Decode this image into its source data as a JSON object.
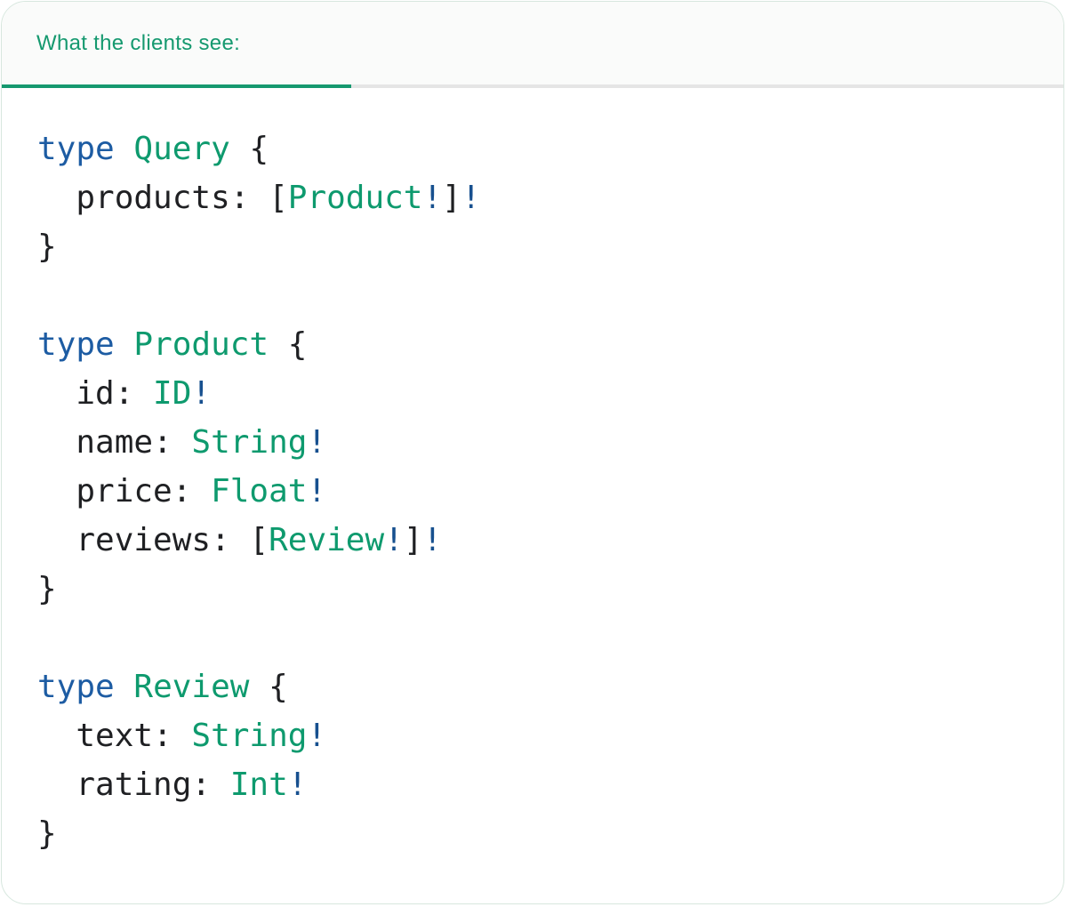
{
  "tab": {
    "label": "What the clients see:"
  },
  "colors": {
    "accent_green": "#15996f",
    "tab_track": "#e5e5e5",
    "header_bg": "#fafbfa",
    "card_bg": "#ffffff",
    "card_border": "#d7e7de",
    "keyword_blue": "#1d5ca3",
    "type_green": "#0e9a6e",
    "bang_blue": "#17508f",
    "code_plain": "#1f2023"
  },
  "code": {
    "language": "graphql",
    "lines": [
      [
        {
          "t": "kw",
          "s": "type"
        },
        {
          "t": "plain",
          "s": " "
        },
        {
          "t": "type",
          "s": "Query"
        },
        {
          "t": "plain",
          "s": " {"
        }
      ],
      [
        {
          "t": "plain",
          "s": "  products: ["
        },
        {
          "t": "type",
          "s": "Product"
        },
        {
          "t": "bang",
          "s": "!"
        },
        {
          "t": "plain",
          "s": "]"
        },
        {
          "t": "bang",
          "s": "!"
        }
      ],
      [
        {
          "t": "plain",
          "s": "}"
        }
      ],
      [],
      [
        {
          "t": "kw",
          "s": "type"
        },
        {
          "t": "plain",
          "s": " "
        },
        {
          "t": "type",
          "s": "Product"
        },
        {
          "t": "plain",
          "s": " {"
        }
      ],
      [
        {
          "t": "plain",
          "s": "  id: "
        },
        {
          "t": "type",
          "s": "ID"
        },
        {
          "t": "bang",
          "s": "!"
        }
      ],
      [
        {
          "t": "plain",
          "s": "  name: "
        },
        {
          "t": "type",
          "s": "String"
        },
        {
          "t": "bang",
          "s": "!"
        }
      ],
      [
        {
          "t": "plain",
          "s": "  price: "
        },
        {
          "t": "type",
          "s": "Float"
        },
        {
          "t": "bang",
          "s": "!"
        }
      ],
      [
        {
          "t": "plain",
          "s": "  reviews: ["
        },
        {
          "t": "type",
          "s": "Review"
        },
        {
          "t": "bang",
          "s": "!"
        },
        {
          "t": "plain",
          "s": "]"
        },
        {
          "t": "bang",
          "s": "!"
        }
      ],
      [
        {
          "t": "plain",
          "s": "}"
        }
      ],
      [],
      [
        {
          "t": "kw",
          "s": "type"
        },
        {
          "t": "plain",
          "s": " "
        },
        {
          "t": "type",
          "s": "Review"
        },
        {
          "t": "plain",
          "s": " {"
        }
      ],
      [
        {
          "t": "plain",
          "s": "  text: "
        },
        {
          "t": "type",
          "s": "String"
        },
        {
          "t": "bang",
          "s": "!"
        }
      ],
      [
        {
          "t": "plain",
          "s": "  rating: "
        },
        {
          "t": "type",
          "s": "Int"
        },
        {
          "t": "bang",
          "s": "!"
        }
      ],
      [
        {
          "t": "plain",
          "s": "}"
        }
      ]
    ]
  }
}
